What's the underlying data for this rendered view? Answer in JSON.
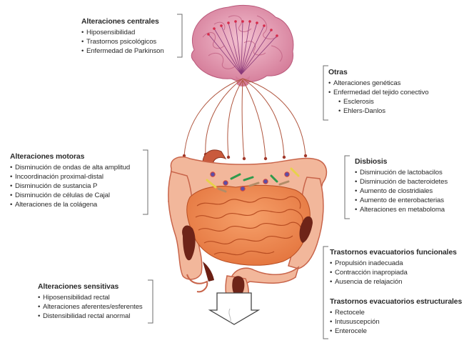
{
  "groups": {
    "central": {
      "title": "Alteraciones centrales",
      "items": [
        "Hiposensibilidad",
        "Trastornos psicológicos",
        "Enfermedad de Parkinson"
      ]
    },
    "otras": {
      "title": "Otras",
      "items": [
        "Alteraciones genéticas",
        "Enfermedad del tejido conectivo"
      ],
      "subitems": [
        "Esclerosis",
        "Ehlers-Danlos"
      ]
    },
    "motoras": {
      "title": "Alteraciones motoras",
      "items": [
        "Disminución de ondas de alta amplitud",
        "Incoordinación proximal-distal",
        "Disminución de sustancia P",
        "Disminución de células de Cajal",
        "Alteraciones de la colágena"
      ]
    },
    "disbiosis": {
      "title": "Disbiosis",
      "items": [
        "Disminución de lactobacilos",
        "Disminución de bacteroidetes",
        "Aumento de clostridiales",
        "Aumento de enterobacterias",
        "Alteraciones en metaboloma"
      ]
    },
    "sensitivas": {
      "title": "Alteraciones sensitivas",
      "items": [
        "Hiposensibilidad rectal",
        "Alteraciones aferentes/esferentes",
        "Distensibilidad rectal anormal"
      ]
    },
    "funcionales": {
      "title": "Trastornos evacuatorios funcionales",
      "items": [
        "Propulsión inadecuada",
        "Contracción inapropiada",
        "Ausencia de relajación"
      ]
    },
    "estructurales": {
      "title": "Trastornos evacuatorios estructurales",
      "items": [
        "Rectocele",
        "Intususcepción",
        "Enterocele"
      ]
    }
  },
  "colors": {
    "brain": "#e8a2b8",
    "brain_dark": "#c9708e",
    "colon": "#f2b79b",
    "colon_outline": "#c8644a",
    "small_intestine": "#ef8a4e",
    "stool": "#6e2418",
    "nerve": "#b0563f",
    "bracket": "#6d6d6d"
  }
}
